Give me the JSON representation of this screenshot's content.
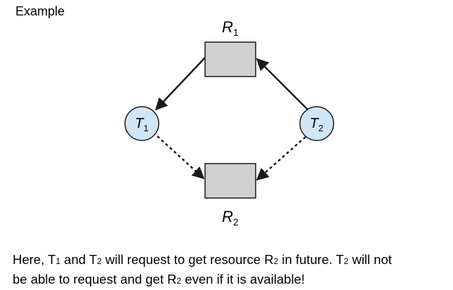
{
  "heading": "Example",
  "diagram": {
    "resources": {
      "r1": {
        "base": "R",
        "sub": "1"
      },
      "r2": {
        "base": "R",
        "sub": "2"
      }
    },
    "processes": {
      "t1": {
        "base": "T",
        "sub": "1"
      },
      "t2": {
        "base": "T",
        "sub": "2"
      }
    },
    "edges": [
      {
        "from": "R1",
        "to": "T1",
        "kind": "assignment",
        "style": "solid"
      },
      {
        "from": "T2",
        "to": "R1",
        "kind": "request",
        "style": "solid"
      },
      {
        "from": "T1",
        "to": "R2",
        "kind": "claim",
        "style": "dashed"
      },
      {
        "from": "T2",
        "to": "R2",
        "kind": "claim",
        "style": "dashed"
      }
    ],
    "colors": {
      "resource_fill": "#d0d0d0",
      "process_fill": "#cfe6f6",
      "stroke": "#1a1a1a"
    }
  },
  "caption": {
    "l1_a": "Here, T",
    "l1_a_sub": "1",
    "l1_b": " and T",
    "l1_b_sub": "2",
    "l1_c": " will request to get resource R",
    "l1_c_sub": "2",
    "l1_d": " in future.  T",
    "l1_d_sub": "2",
    "l1_e": " will not",
    "l2_a": "be able to request and get R",
    "l2_a_sub": "2",
    "l2_b": " even if it is available!"
  }
}
